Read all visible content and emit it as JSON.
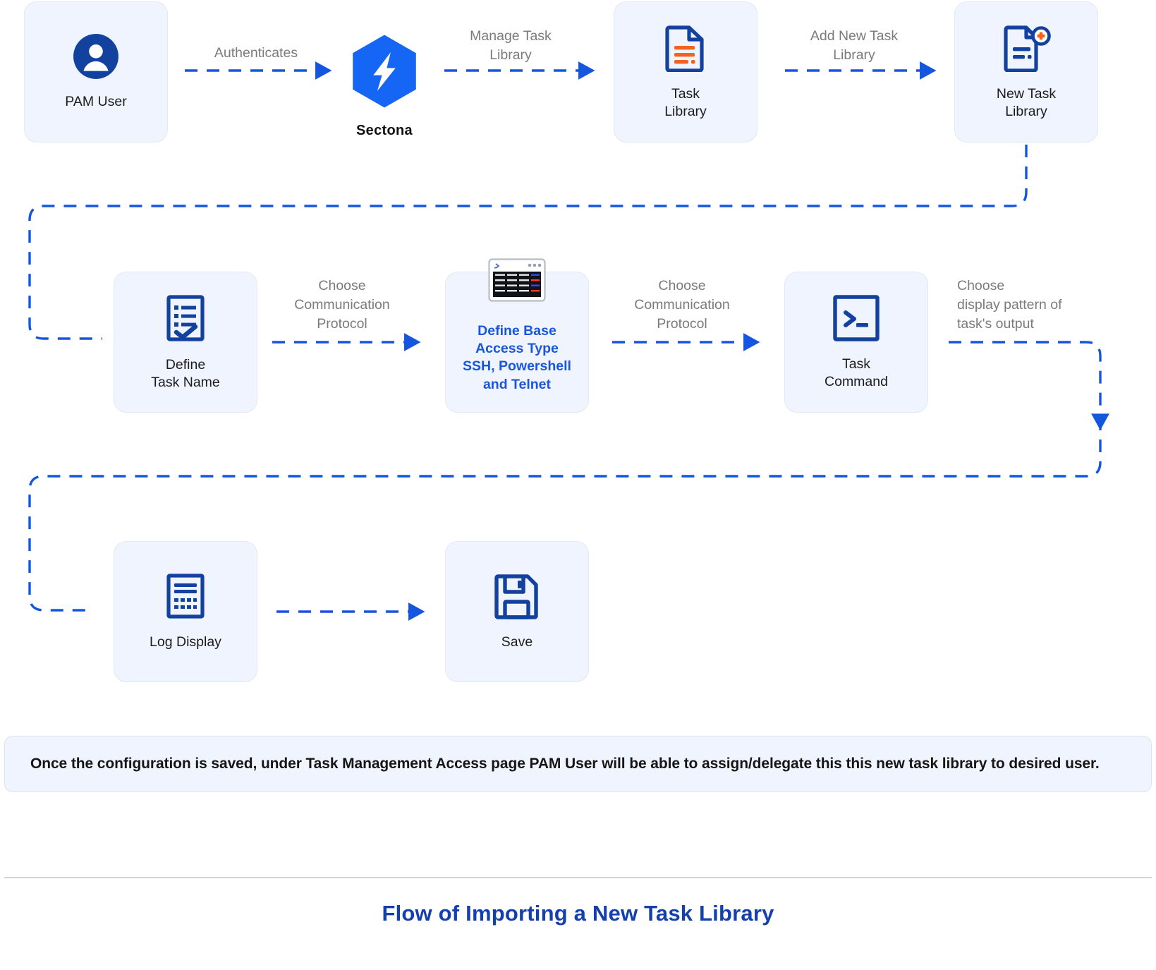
{
  "diagram": {
    "title": "Flow of Importing a New Task Library",
    "note": "Once the configuration is saved, under Task Management Access page PAM User will be able to assign/delegate this this new task library to desired user.",
    "colors": {
      "card_bg": "#eff4fe",
      "card_border": "#e3e8f2",
      "arrow_blue": "#1556e0",
      "brand_blue": "#1a56db",
      "icon_navy": "#12419e",
      "icon_orange": "#f4621f",
      "label_gray": "#7b7b7b",
      "title_blue": "#1340ad",
      "logo_blue": "#1566f5"
    },
    "nodes": [
      {
        "id": "pam-user",
        "label": "PAM User",
        "icon": "user-avatar-icon"
      },
      {
        "id": "sectona",
        "label": "Sectona",
        "icon": "sectona-logo-icon"
      },
      {
        "id": "task-library",
        "label": "Task\nLibrary",
        "icon": "document-lines-icon"
      },
      {
        "id": "new-task-library",
        "label": "New Task\nLibrary",
        "icon": "document-add-icon"
      },
      {
        "id": "define-task-name",
        "label": "Define\nTask Name",
        "icon": "checklist-icon"
      },
      {
        "id": "define-base-access-type",
        "label": "Define Base\nAccess Type\nSSH, Powershell\nand Telnet",
        "icon": "terminal-window-icon"
      },
      {
        "id": "task-command",
        "label": "Task\nCommand",
        "icon": "console-prompt-icon"
      },
      {
        "id": "log-display",
        "label": "Log Display",
        "icon": "log-document-icon"
      },
      {
        "id": "save",
        "label": "Save",
        "icon": "floppy-disk-icon"
      }
    ],
    "edges": [
      {
        "id": "e1",
        "label": "Authenticates",
        "from": "pam-user",
        "to": "sectona"
      },
      {
        "id": "e2",
        "label": "Manage Task\nLibrary",
        "from": "sectona",
        "to": "task-library"
      },
      {
        "id": "e3",
        "label": "Add New Task\nLibrary",
        "from": "task-library",
        "to": "new-task-library"
      },
      {
        "id": "e4",
        "label": "Choose\nCommunication\nProtocol",
        "from": "define-task-name",
        "to": "define-base-access-type"
      },
      {
        "id": "e5",
        "label": "Choose\nCommunication\nProtocol",
        "from": "define-base-access-type",
        "to": "task-command"
      },
      {
        "id": "e6",
        "label": "Choose\ndisplay pattern of\ntask's output",
        "from": "task-command",
        "to": "log-display"
      },
      {
        "id": "e7",
        "label": "",
        "from": "log-display",
        "to": "save"
      }
    ]
  }
}
